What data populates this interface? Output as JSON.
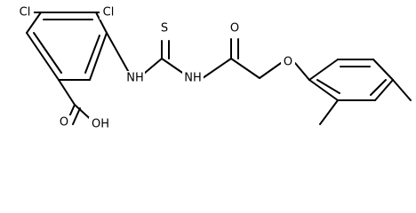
{
  "molecule": {
    "atoms": {
      "cl1": "Cl",
      "cl2": "Cl",
      "nh1": "NH",
      "s": "S",
      "nh2": "NH",
      "o_amide": "O",
      "o_ether": "O",
      "o_acid": "O",
      "oh_acid": "OH"
    },
    "colors": {
      "bond": "#000000",
      "text": "#000000",
      "background": "#ffffff"
    }
  }
}
